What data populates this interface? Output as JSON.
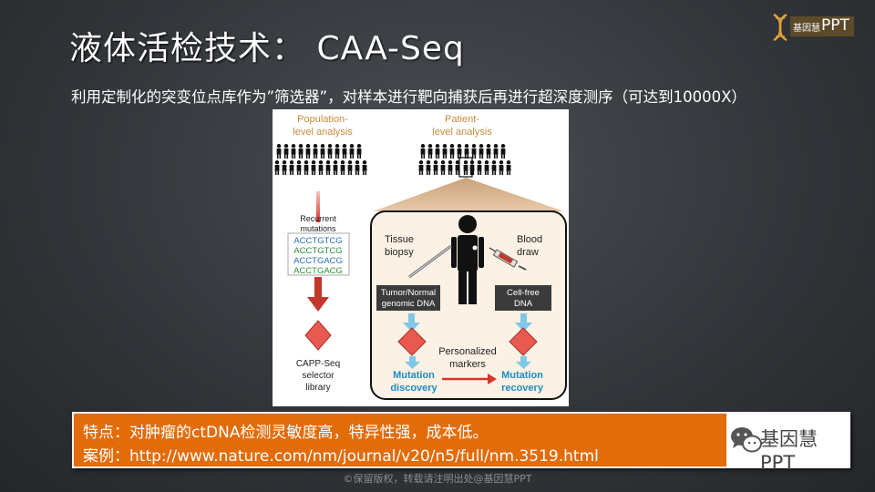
{
  "slide": {
    "title": "液体活检技术： CAA-Seq",
    "subtitle": "利用定制化的突变位点库作为”筛选器”，对样本进行靶向捕获后再进行超深度测序（可达到10000X）",
    "footer": "©保留版权，转载请注明出处@基因慧PPT"
  },
  "logo": {
    "small_text": "基因慧",
    "ppt_text": "PPT"
  },
  "figure": {
    "population_label": [
      "Population-",
      "level analysis"
    ],
    "patient_label": [
      "Patient-",
      "level analysis"
    ],
    "recurrent_label": [
      "Recurrent",
      "mutations"
    ],
    "sequences": [
      "ACCTGTCG",
      "ACCTGTCG",
      "ACCTGACG",
      "ACCTGACG"
    ],
    "capp_label": [
      "CAPP-Seq",
      "selector",
      "library"
    ],
    "tissue_label": [
      "Tissue",
      "biopsy"
    ],
    "blood_label": [
      "Blood",
      "draw"
    ],
    "tumor_label": [
      "Tumor/Normal",
      "genomic DNA"
    ],
    "cellfree_label": [
      "Cell-free",
      "DNA"
    ],
    "personalized_label": [
      "Personalized",
      "markers"
    ],
    "discovery_label": [
      "Mutation",
      "discovery"
    ],
    "recovery_label": [
      "Mutation",
      "recovery"
    ]
  },
  "info": {
    "line1": "特点：对肿瘤的ctDNA检测灵敏度高，特异性强，成本低。",
    "line2": "案例：http://www.nature.com/nm/journal/v20/n5/full/nm.3519.html"
  },
  "wechat": {
    "text": "基因慧PPT"
  }
}
